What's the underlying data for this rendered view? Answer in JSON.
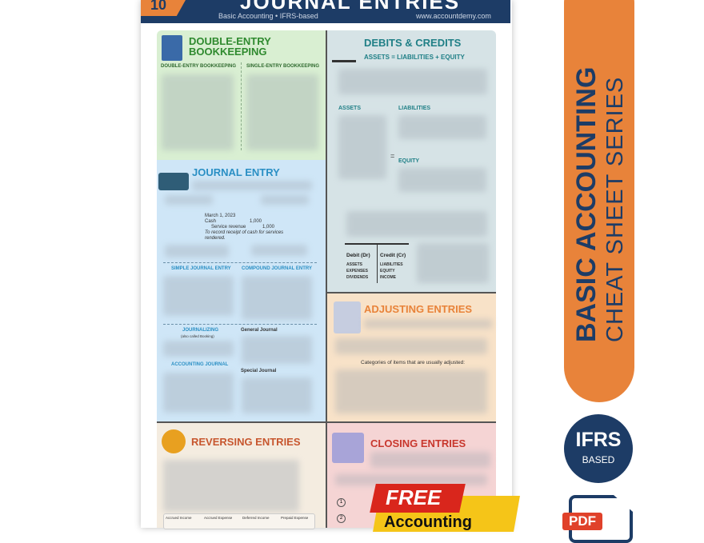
{
  "header": {
    "number": "10",
    "title": "JOURNAL ENTRIES",
    "subtitle": "Basic Accounting • IFRS-based",
    "url": "www.accountdemy.com"
  },
  "double_entry": {
    "title1": "DOUBLE-ENTRY",
    "title2": "BOOKKEEPING",
    "col1": "DOUBLE-ENTRY BOOKKEEPING",
    "col2": "SINGLE-ENTRY BOOKKEEPING"
  },
  "debits_credits": {
    "title": "DEBITS & CREDITS",
    "equation": "ASSETS = LIABILITIES + EQUITY",
    "assets": "ASSETS",
    "liabilities": "LIABILITIES",
    "equals": "=",
    "equity": "EQUITY",
    "debit": "Debit (Dr)",
    "credit": "Credit (Cr)",
    "debit_items": [
      "ASSETS",
      "EXPENSES",
      "DIVIDENDS"
    ],
    "credit_items": [
      "LIABILITIES",
      "EQUITY",
      "INCOME"
    ]
  },
  "journal_entry": {
    "title": "JOURNAL ENTRY",
    "date": "March 1, 2023",
    "line1": "Cash",
    "amt1": "1,000",
    "line2": "Service revenue",
    "amt2": "1,000",
    "memo1": "To record receipt of cash for services",
    "memo2": "rendered.",
    "simple": "SIMPLE JOURNAL ENTRY",
    "compound": "COMPOUND JOURNAL ENTRY",
    "journalizing": "JOURNALIZING",
    "journalizing_note": "(also called Booking)",
    "general": "General Journal",
    "accounting_journal": "ACCOUNTING JOURNAL",
    "special": "Special Journal"
  },
  "adjusting": {
    "title": "ADJUSTING ENTRIES",
    "categories": "Categories of items that are usually adjusted:"
  },
  "reversing": {
    "title": "REVERSING ENTRIES",
    "cols": [
      "Accrued Income",
      "Accrued Expense",
      "Deferred Income",
      "Prepaid Expense"
    ]
  },
  "closing": {
    "title": "CLOSING ENTRIES",
    "steps": [
      "1",
      "2"
    ]
  },
  "promo": {
    "free": "FREE",
    "accounting": "Accounting"
  },
  "side": {
    "line1": "BASIC ACCOUNTING",
    "line2": "CHEAT SHEET SERIES",
    "badge1": "IFRS",
    "badge2": "BASED",
    "pdf": "PDF"
  },
  "colors": {
    "navy": "#1d3c66",
    "orange": "#e8833a",
    "green": "#2f8a2f",
    "teal": "#1f7f86",
    "blue": "#2a8fc4",
    "red": "#c8372d"
  }
}
